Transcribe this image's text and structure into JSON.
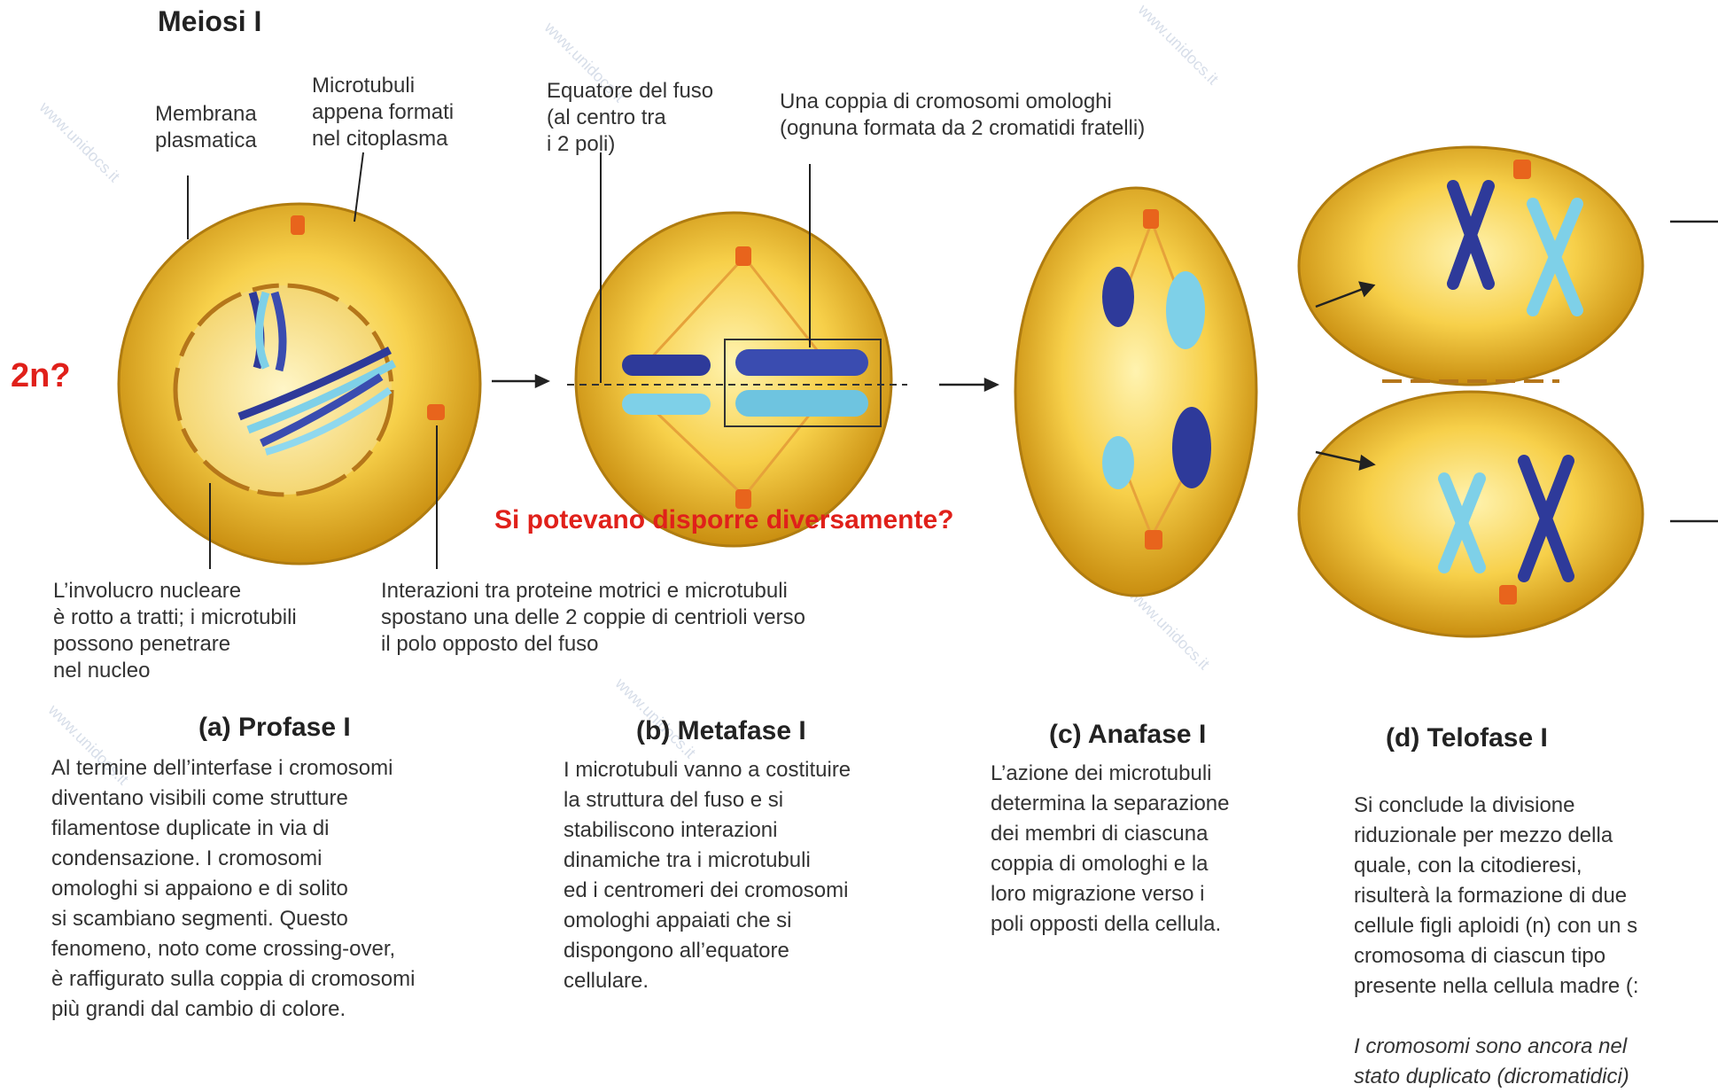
{
  "title": "Meiosi I",
  "labels": {
    "membrana": "Membrana\nplasmatica",
    "microtubuli": "Microtubuli\nappena formati\nnel citoplasma",
    "equatore": "Equatore del fuso\n(al centro tra\ni 2 poli)",
    "coppia": "Una coppia di cromosomi omologhi\n(ognuna formata da 2 cromatidi fratelli)",
    "involucro": "L’involucro nucleare\nè rotto a tratti; i microtubili\npossono penetrare\nnel nucleo",
    "interazioni": "Interazioni tra proteine motrici e microtubuli\nspostano una delle 2 coppie di centrioli verso\nil polo opposto del fuso"
  },
  "questions": {
    "ploidy": "2n?",
    "arrangement": "Si potevano disporre diversamente?"
  },
  "phases": [
    {
      "title": "(a) Profase I",
      "text": "Al termine dell’interfase i cromosomi\ndiventano visibili come strutture\nfilamentose duplicate in via di\ncondensazione. I cromosomi\nomologhi si appaiono e di solito\nsi scambiano segmenti. Questo\nfenomeno, noto come crossing-over,\nè raffigurato sulla coppia di cromosomi\npiù grandi dal cambio di colore."
    },
    {
      "title": "(b) Metafase I",
      "text": "I microtubuli vanno a costituire\nla struttura del fuso e si\nstabiliscono interazioni\ndinamiche tra i microtubuli\ned i centromeri dei cromosomi\nomologhi appaiati che si\ndispongono all’equatore\ncellulare."
    },
    {
      "title": "(c) Anafase I",
      "text": "L’azione dei microtubuli\ndetermina la separazione\ndei membri di ciascuna\ncoppia di omologhi e la\nloro migrazione verso i\npoli opposti della cellula."
    },
    {
      "title": "(d) Telofase I",
      "text_plain": "Si conclude la divisione\nriduzionale per mezzo della\nquale, con la citodieresi,\nrisulterà la formazione di  due\ncellule figli aploidi (n) con un s\ncromosoma di ciascun tipo\npresente nella cellula madre (:",
      "text_italic": "I cromosomi sono ancora nel \nstato duplicato (dicromatidici)"
    }
  ],
  "watermark": "www.unidocs.it",
  "colors": {
    "question_red": "#e0201a",
    "cell_yellow": "#f5c21a",
    "chromosome_dark": "#2e3a9a",
    "chromosome_light": "#7ed0e8",
    "centriole": "#e8641c"
  }
}
